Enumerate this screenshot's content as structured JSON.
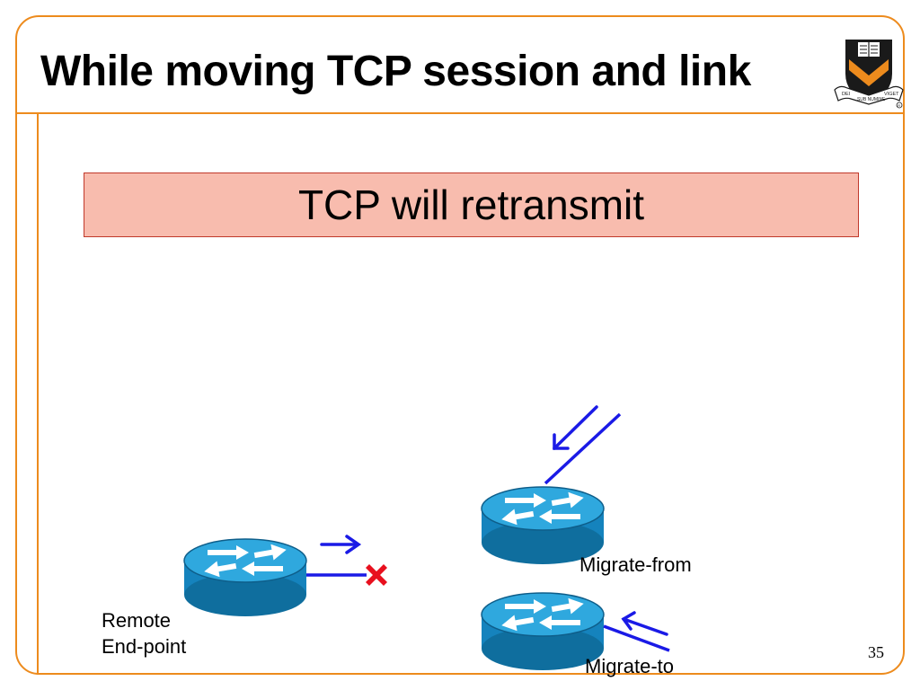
{
  "slide": {
    "title": "While moving TCP session and link",
    "banner_text": "TCP will retransmit",
    "page_number": "35"
  },
  "diagram": {
    "nodes": [
      {
        "id": "remote",
        "label_line1": "Remote",
        "label_line2": "End-point"
      },
      {
        "id": "migrate-from",
        "label": "Migrate-from"
      },
      {
        "id": "migrate-to",
        "label": "Migrate-to"
      }
    ],
    "status_icons": [
      "failure-x-icon"
    ],
    "colors": {
      "accent": "#ED8B1D",
      "router_fill": "#1E9BD4",
      "router_dark": "#0F6E9E",
      "link": "#1A1AE6",
      "failure": "#E8101E",
      "banner_fill": "#F8BCAE"
    },
    "logo": {
      "name": "princeton-shield-logo",
      "mottos": [
        "DEI",
        "SUB NUMINE",
        "VIGET"
      ]
    }
  }
}
